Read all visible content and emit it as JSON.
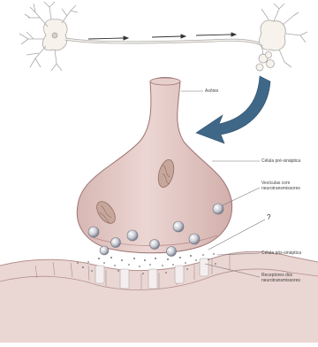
{
  "labels": {
    "axonio": "Axônio",
    "presynaptic_cell": "Célula pré-sináptica",
    "vesicles_line1": "Vesículas com",
    "vesicles_line2": "neurotransmissores",
    "question_mark": "?",
    "postsynaptic_cell": "Célula pós-sináptica",
    "receptors_line1": "Receptores dos",
    "receptors_line2": "neurotransmissores"
  },
  "colors": {
    "neuron_fill": "#f7f2ec",
    "neuron_stroke": "#9a9a9a",
    "terminal_fill": "#e4c9c6",
    "terminal_stroke": "#9c7373",
    "arrow_blue": "#3f6788",
    "post_fill": "#ead6d2",
    "vesicle_fill": "#c9ccd3",
    "mitochondria_fill": "#c7a79c"
  },
  "icons": {
    "signal_arrow": "arrow-right-icon",
    "zoom_arrow": "curved-arrow-icon"
  }
}
